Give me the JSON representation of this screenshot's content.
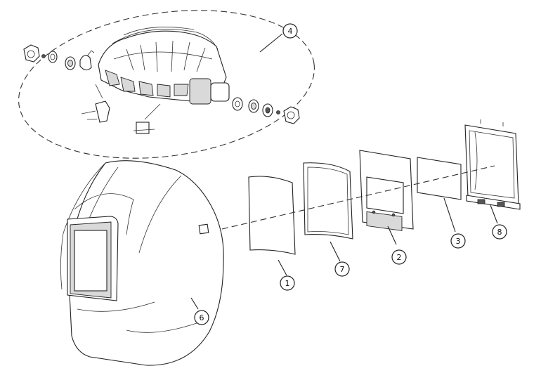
{
  "callouts": [
    {
      "id": "1",
      "label": "1"
    },
    {
      "id": "2",
      "label": "2"
    },
    {
      "id": "3",
      "label": "3"
    },
    {
      "id": "4",
      "label": "4"
    },
    {
      "id": "6",
      "label": "6"
    },
    {
      "id": "7",
      "label": "7"
    },
    {
      "id": "8",
      "label": "8"
    }
  ]
}
